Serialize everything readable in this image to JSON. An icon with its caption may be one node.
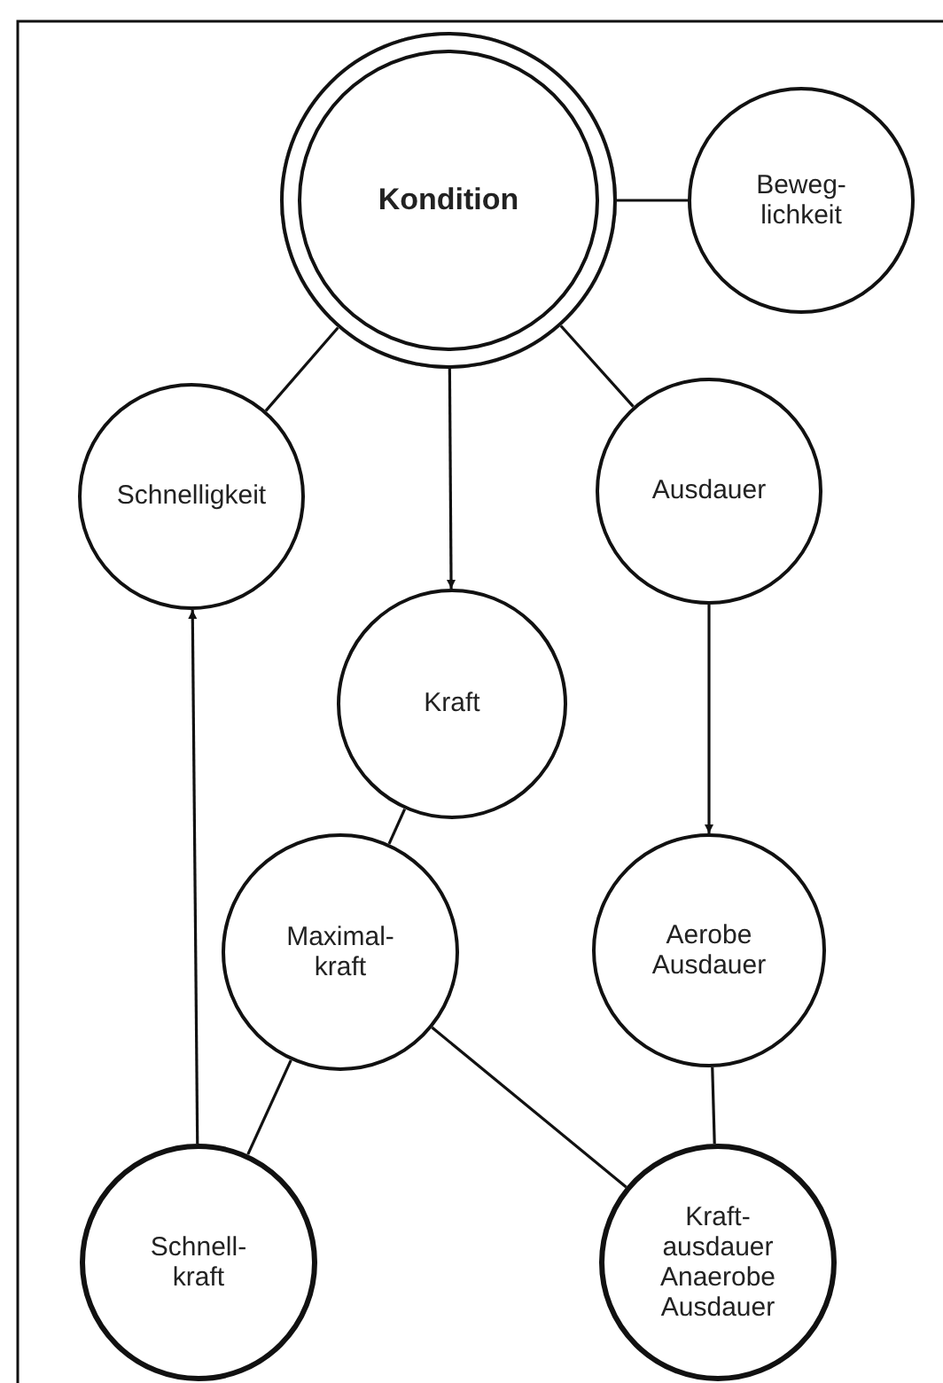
{
  "diagram": {
    "nodes": [
      {
        "text": [
          "Kondition"
        ]
      },
      {
        "text": [
          "Beweg- lichkeit"
        ]
      },
      {
        "text": [
          "Schnelligkeit"
        ]
      },
      {
        "text": [
          "Ausdauer"
        ]
      },
      {
        "text": [
          "Kraft"
        ]
      },
      {
        "text": [
          "Maximal- kraft"
        ]
      },
      {
        "text": [
          "Aerobe Ausdauer"
        ]
      },
      {
        "text": [
          "Schnell- kraft"
        ]
      },
      {
        "text": [
          "Kraft- ausdauer",
          "Anaerobe Ausdauer"
        ]
      }
    ],
    "edges": [
      {
        "from": 0,
        "to": 1,
        "arrow": "none"
      },
      {
        "from": 0,
        "to": 2,
        "arrow": "none"
      },
      {
        "from": 0,
        "to": 4,
        "arrow": "to"
      },
      {
        "from": 0,
        "to": 3,
        "arrow": "none"
      },
      {
        "from": 7,
        "to": 2,
        "arrow": "to"
      },
      {
        "from": 3,
        "to": 6,
        "arrow": "to"
      },
      {
        "from": 4,
        "to": 5,
        "arrow": "none"
      },
      {
        "from": 5,
        "to": 7,
        "arrow": "none"
      },
      {
        "from": 5,
        "to": 8,
        "arrow": "none"
      },
      {
        "from": 6,
        "to": 8,
        "arrow": "none"
      }
    ]
  }
}
